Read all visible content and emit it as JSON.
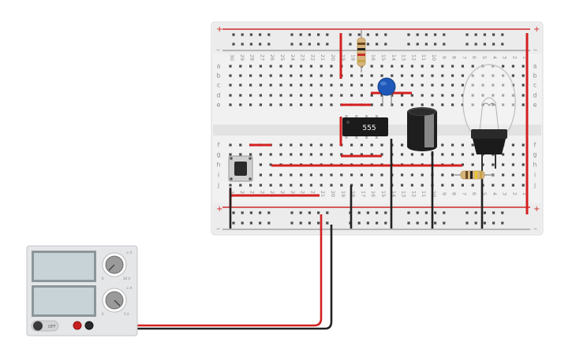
{
  "breadboard": {
    "plus_label": "+",
    "minus_label": "–",
    "column_numbers": [
      "30",
      "29",
      "28",
      "27",
      "26",
      "25",
      "24",
      "23",
      "22",
      "21",
      "20",
      "19",
      "18",
      "17",
      "16",
      "15",
      "14",
      "13",
      "12",
      "11",
      "10",
      "9",
      "8",
      "7",
      "6",
      "5",
      "4",
      "3",
      "2",
      "1"
    ],
    "row_letters_top": [
      "a",
      "b",
      "c",
      "d",
      "e"
    ],
    "row_letters_bottom": [
      "f",
      "g",
      "h",
      "i",
      "j"
    ]
  },
  "ic_chip": {
    "label": "555"
  },
  "power_supply": {
    "switch_label": "OFF",
    "voltage_knob_labels": [
      "0",
      "30 V"
    ],
    "current_knob_labels": [
      "0",
      "5 A"
    ],
    "knob_tags": [
      "⊙ V",
      "⊙ A"
    ]
  },
  "colors": {
    "board_bg": "#f1f1f1",
    "rail_red": "#d22a2a",
    "rail_blue": "#7d7d7d",
    "wire_red": "#d42020",
    "wire_black": "#222222",
    "capacitor_blue": "#1e58b8",
    "chip_black": "#1b1b1b",
    "supply_body": "#e4e6e8",
    "supply_screen": "#c8d3d8"
  },
  "icons": [
    "capacitor-ceramic",
    "capacitor-electrolytic",
    "resistor",
    "pushbutton",
    "light-bulb",
    "ic-555",
    "power-supply"
  ]
}
